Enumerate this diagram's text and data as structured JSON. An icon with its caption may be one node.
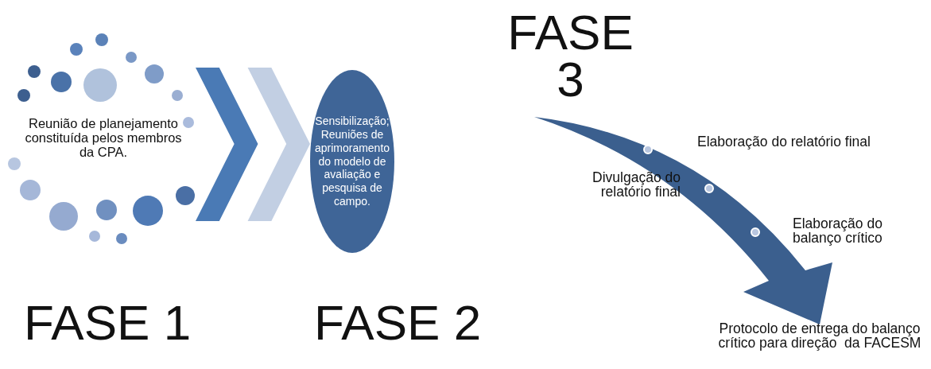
{
  "diagram": {
    "nodes": [
      {
        "text": [
          "Reunião de planejamento constituída pelos membros da CPA."
        ]
      },
      {
        "text": [
          "Sensibilização; Reuniões de aprimoramento do modelo de avaliação e pesquisa de campo."
        ]
      },
      {
        "text": [
          "Protocolo de entrega do balanço crítico para direção  da FACESM"
        ]
      }
    ],
    "edges": [
      {
        "from": 0,
        "to": 1,
        "arrow": "to"
      },
      {
        "from": null,
        "to": 2,
        "arrow": "to"
      }
    ],
    "labels": [
      "FASE 3",
      "Elaboração do relatório final",
      "Divulgação do relatório final",
      "Elaboração do balanço crítico",
      "FASE 1",
      "FASE 2"
    ]
  }
}
